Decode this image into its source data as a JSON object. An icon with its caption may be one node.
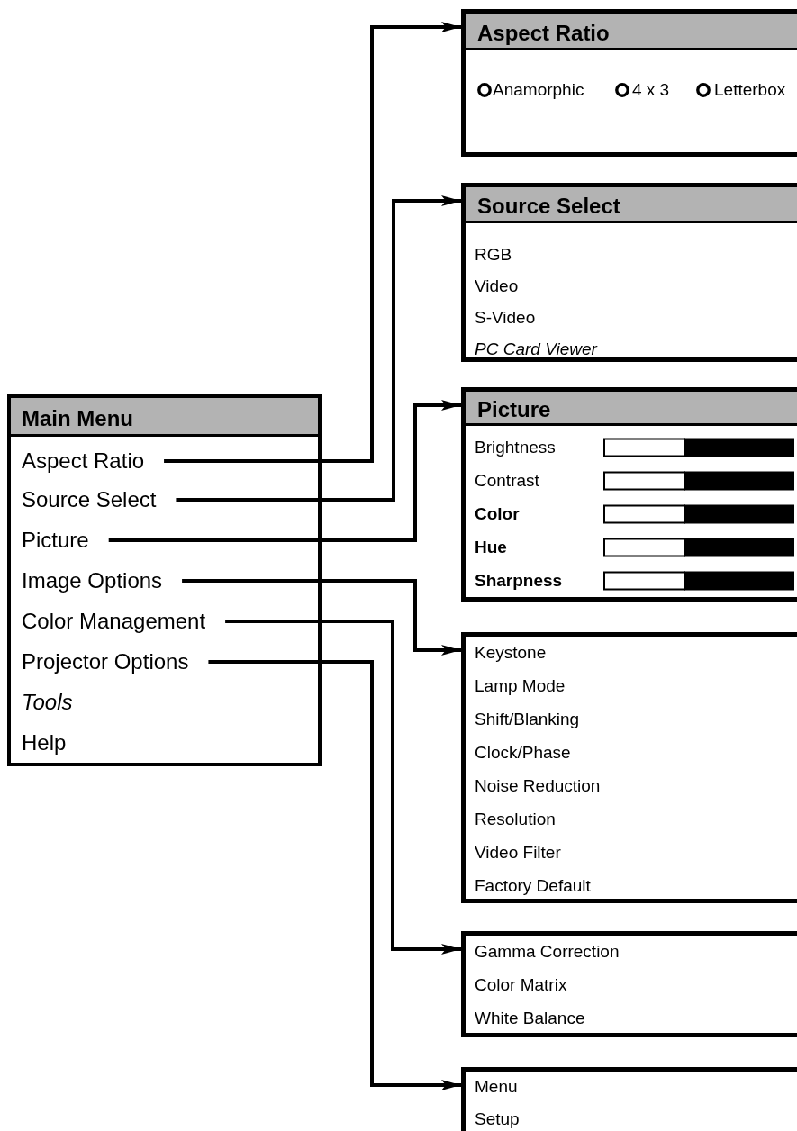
{
  "diagram": {
    "nodes": [
      {
        "text": [
          "Main Menu"
        ]
      },
      {
        "text": [
          "Aspect Ratio"
        ],
        "in": 0
      },
      {
        "text": [
          "Source Select"
        ],
        "in": 0
      },
      {
        "text": [
          "Picture"
        ],
        "in": 0
      },
      {
        "text": [
          "Image Options"
        ],
        "in": 0
      },
      {
        "text": [
          "Color Management"
        ],
        "in": 0
      },
      {
        "text": [
          "Projector Options"
        ],
        "in": 0
      },
      {
        "text": [
          "Tools"
        ],
        "in": 0
      },
      {
        "text": [
          "Help"
        ],
        "in": 0
      },
      {
        "text": [
          "Aspect Ratio",
          "Anamorphic",
          "4 x 3",
          "Letterbox"
        ]
      },
      {
        "text": [
          "Source Select",
          "RGB",
          "Video",
          "S-Video",
          "PC Card Viewer"
        ]
      },
      {
        "text": [
          "Picture",
          "Brightness",
          "Contrast",
          "Color",
          "Hue",
          "Sharpness"
        ]
      },
      {
        "text": [
          "Keystone",
          "Lamp Mode",
          "Shift/Blanking",
          "Clock/Phase",
          "Noise Reduction",
          "Resolution",
          "Video Filter",
          "Factory Default"
        ]
      },
      {
        "text": [
          "Gamma Correction",
          "Color Matrix",
          "White Balance"
        ]
      },
      {
        "text": [
          "Menu",
          "Setup"
        ]
      }
    ],
    "edges": [
      {
        "from": 1,
        "to": 9,
        "arrow": "to"
      },
      {
        "from": 2,
        "to": 10,
        "arrow": "to"
      },
      {
        "from": 3,
        "to": 11,
        "arrow": "to"
      },
      {
        "from": 4,
        "to": 12,
        "arrow": "to"
      },
      {
        "from": 5,
        "to": 13,
        "arrow": "to"
      },
      {
        "from": 6,
        "to": 14,
        "arrow": "to"
      }
    ]
  }
}
